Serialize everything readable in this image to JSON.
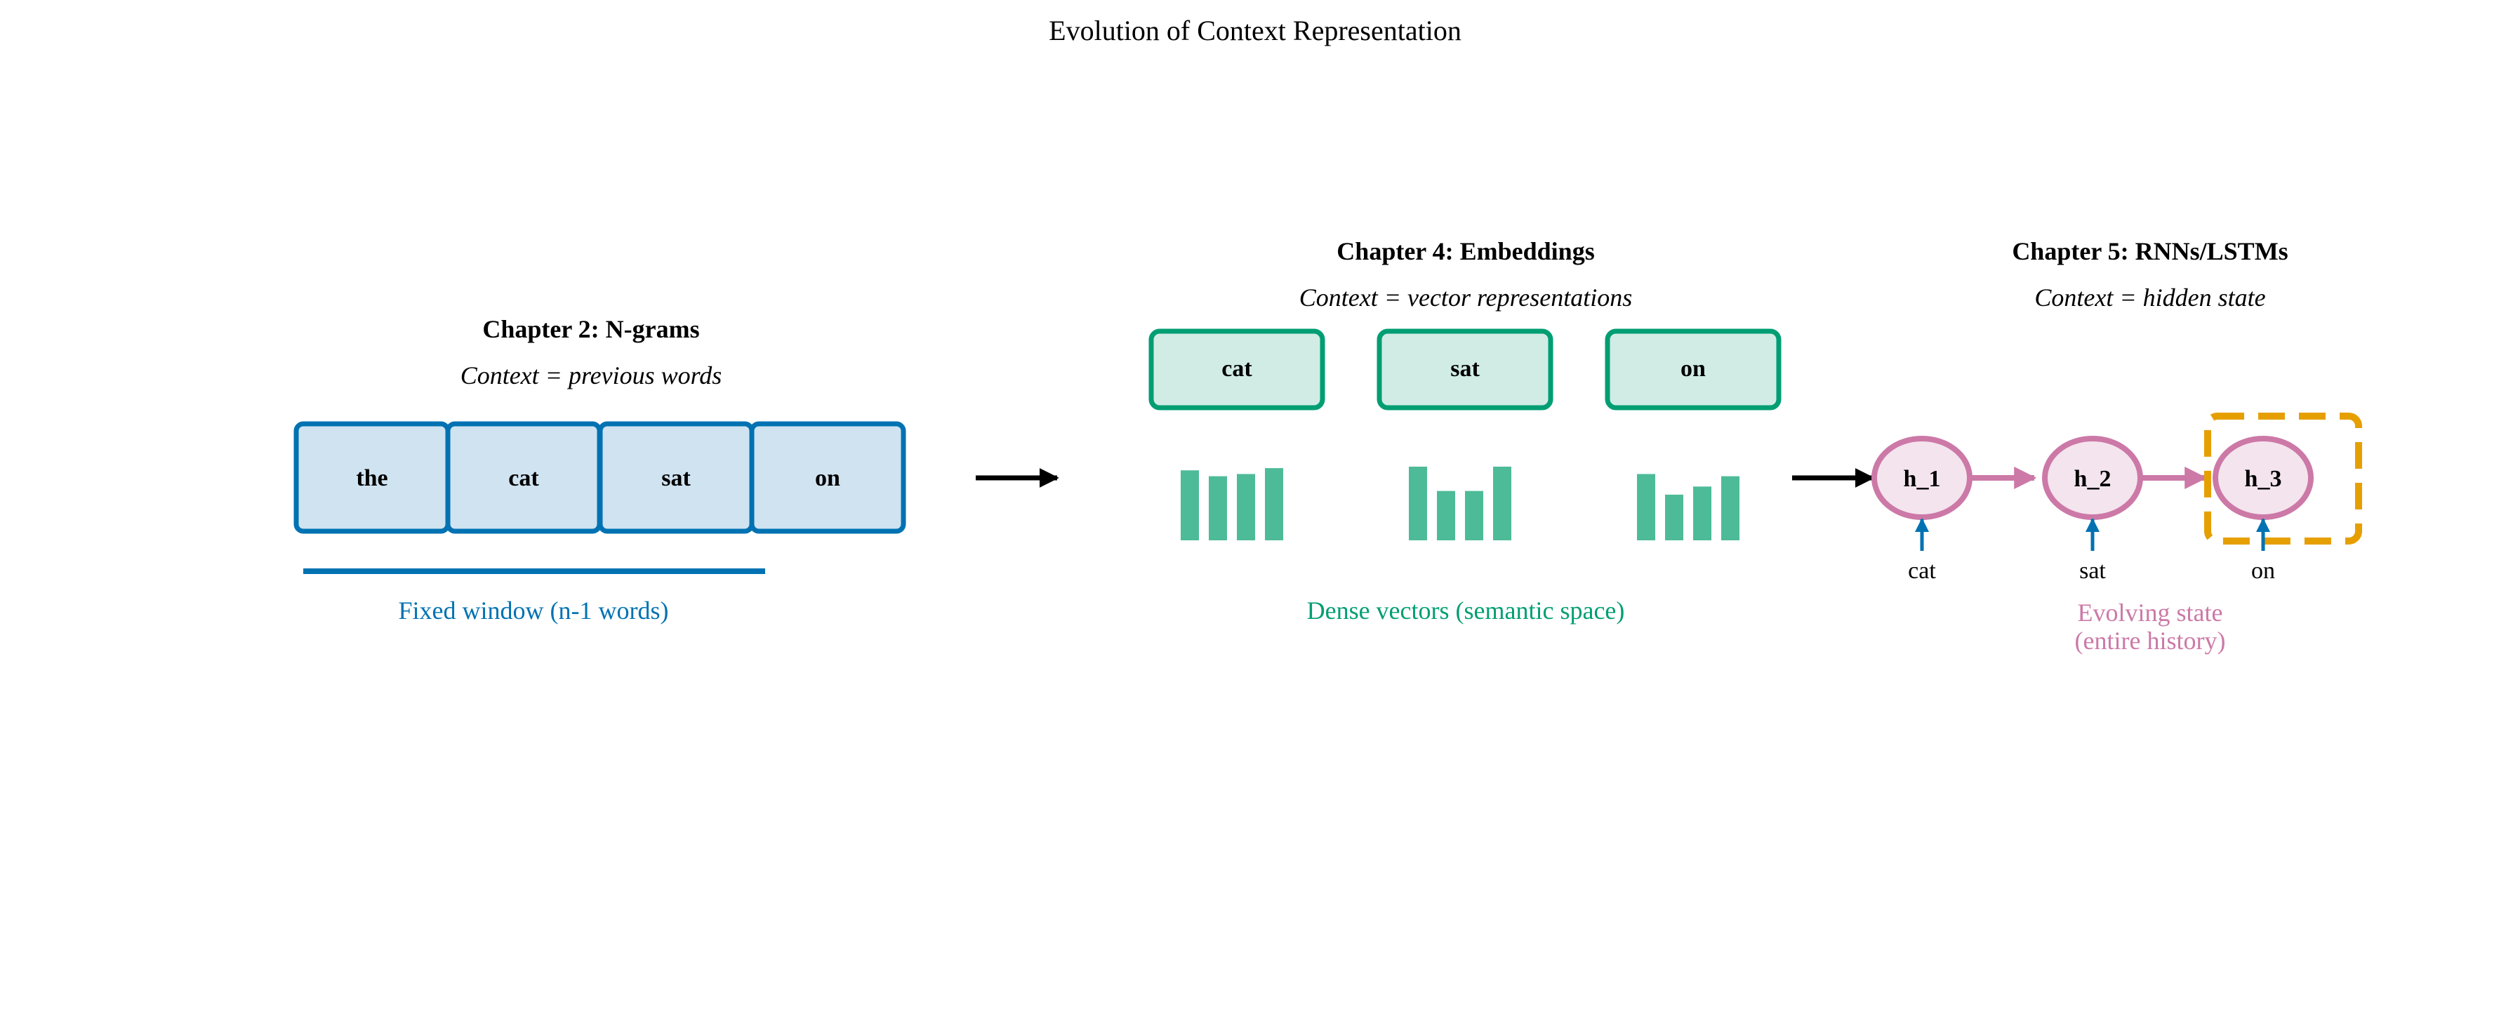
{
  "title": "Evolution of Context Representation",
  "colors": {
    "ngram_blue": "#0072B2",
    "ngram_fill": "#D0E3F1",
    "embed_green": "#009E73",
    "embed_fill": "#D1ECE5",
    "bar_green": "#4DBB98",
    "rnn_pink": "#CC79A7",
    "rnn_fill": "#F4E4EE",
    "highlight_orange": "#E69F00",
    "arrow_black": "#000000"
  },
  "ngrams": {
    "heading": "Chapter 2: N-grams",
    "subtitle": "Context = previous words",
    "words": [
      "the",
      "cat",
      "sat",
      "on"
    ],
    "caption": "Fixed window (n-1 words)"
  },
  "embeddings": {
    "heading": "Chapter 4: Embeddings",
    "subtitle": "Context = vector representations",
    "words": [
      "cat",
      "sat",
      "on"
    ],
    "vectors": [
      [
        0.95,
        0.87,
        0.9,
        0.98
      ],
      [
        1.0,
        0.67,
        0.67,
        1.0
      ],
      [
        0.9,
        0.62,
        0.73,
        0.87
      ]
    ],
    "caption": "Dense vectors (semantic space)"
  },
  "rnn": {
    "heading": "Chapter 5: RNNs/LSTMs",
    "subtitle": "Context = hidden state",
    "states": [
      "h_1",
      "h_2",
      "h_3"
    ],
    "inputs": [
      "cat",
      "sat",
      "on"
    ],
    "caption_line1": "Evolving state",
    "caption_line2": "(entire history)"
  }
}
